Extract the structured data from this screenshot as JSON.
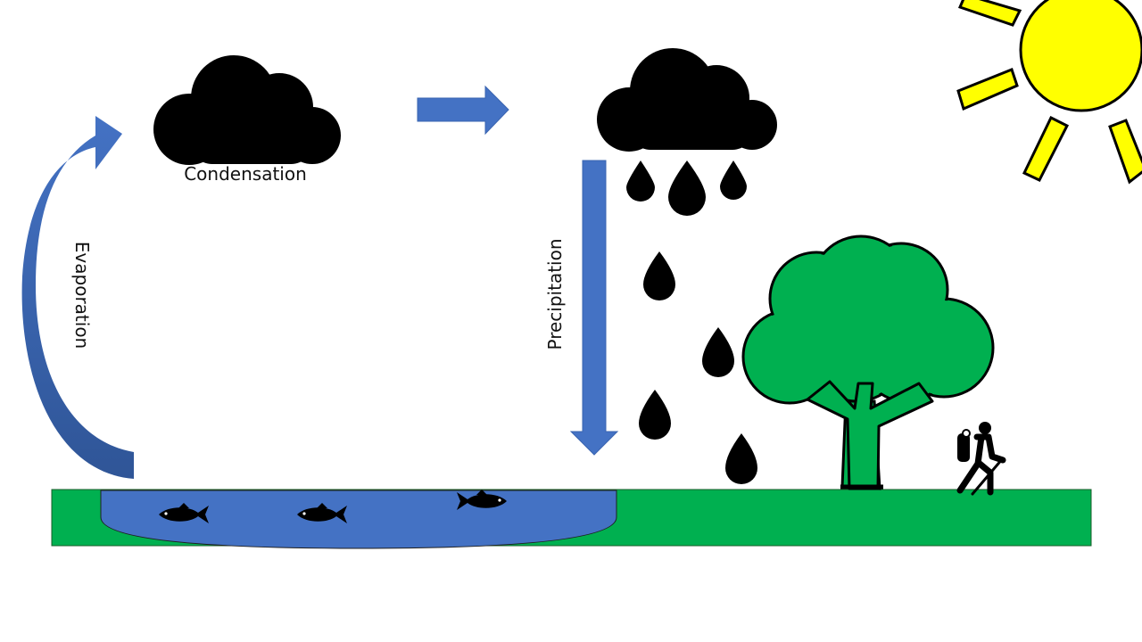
{
  "labels": {
    "condensation": "Condensation",
    "precipitation": "Precipitation",
    "evaporation": "Evaporation"
  },
  "colors": {
    "ground": "#00b050",
    "water": "#4472c4",
    "arrow": "#4472c4",
    "arrow_dark": "#2f5597",
    "cloud": "#000000",
    "sun": "#ffff00",
    "tree": "#00b050",
    "outline": "#000000"
  },
  "icons": [
    "cloud-icon",
    "raindrop-icon",
    "sun-icon",
    "tree-icon",
    "hiker-icon",
    "fish-icon"
  ]
}
